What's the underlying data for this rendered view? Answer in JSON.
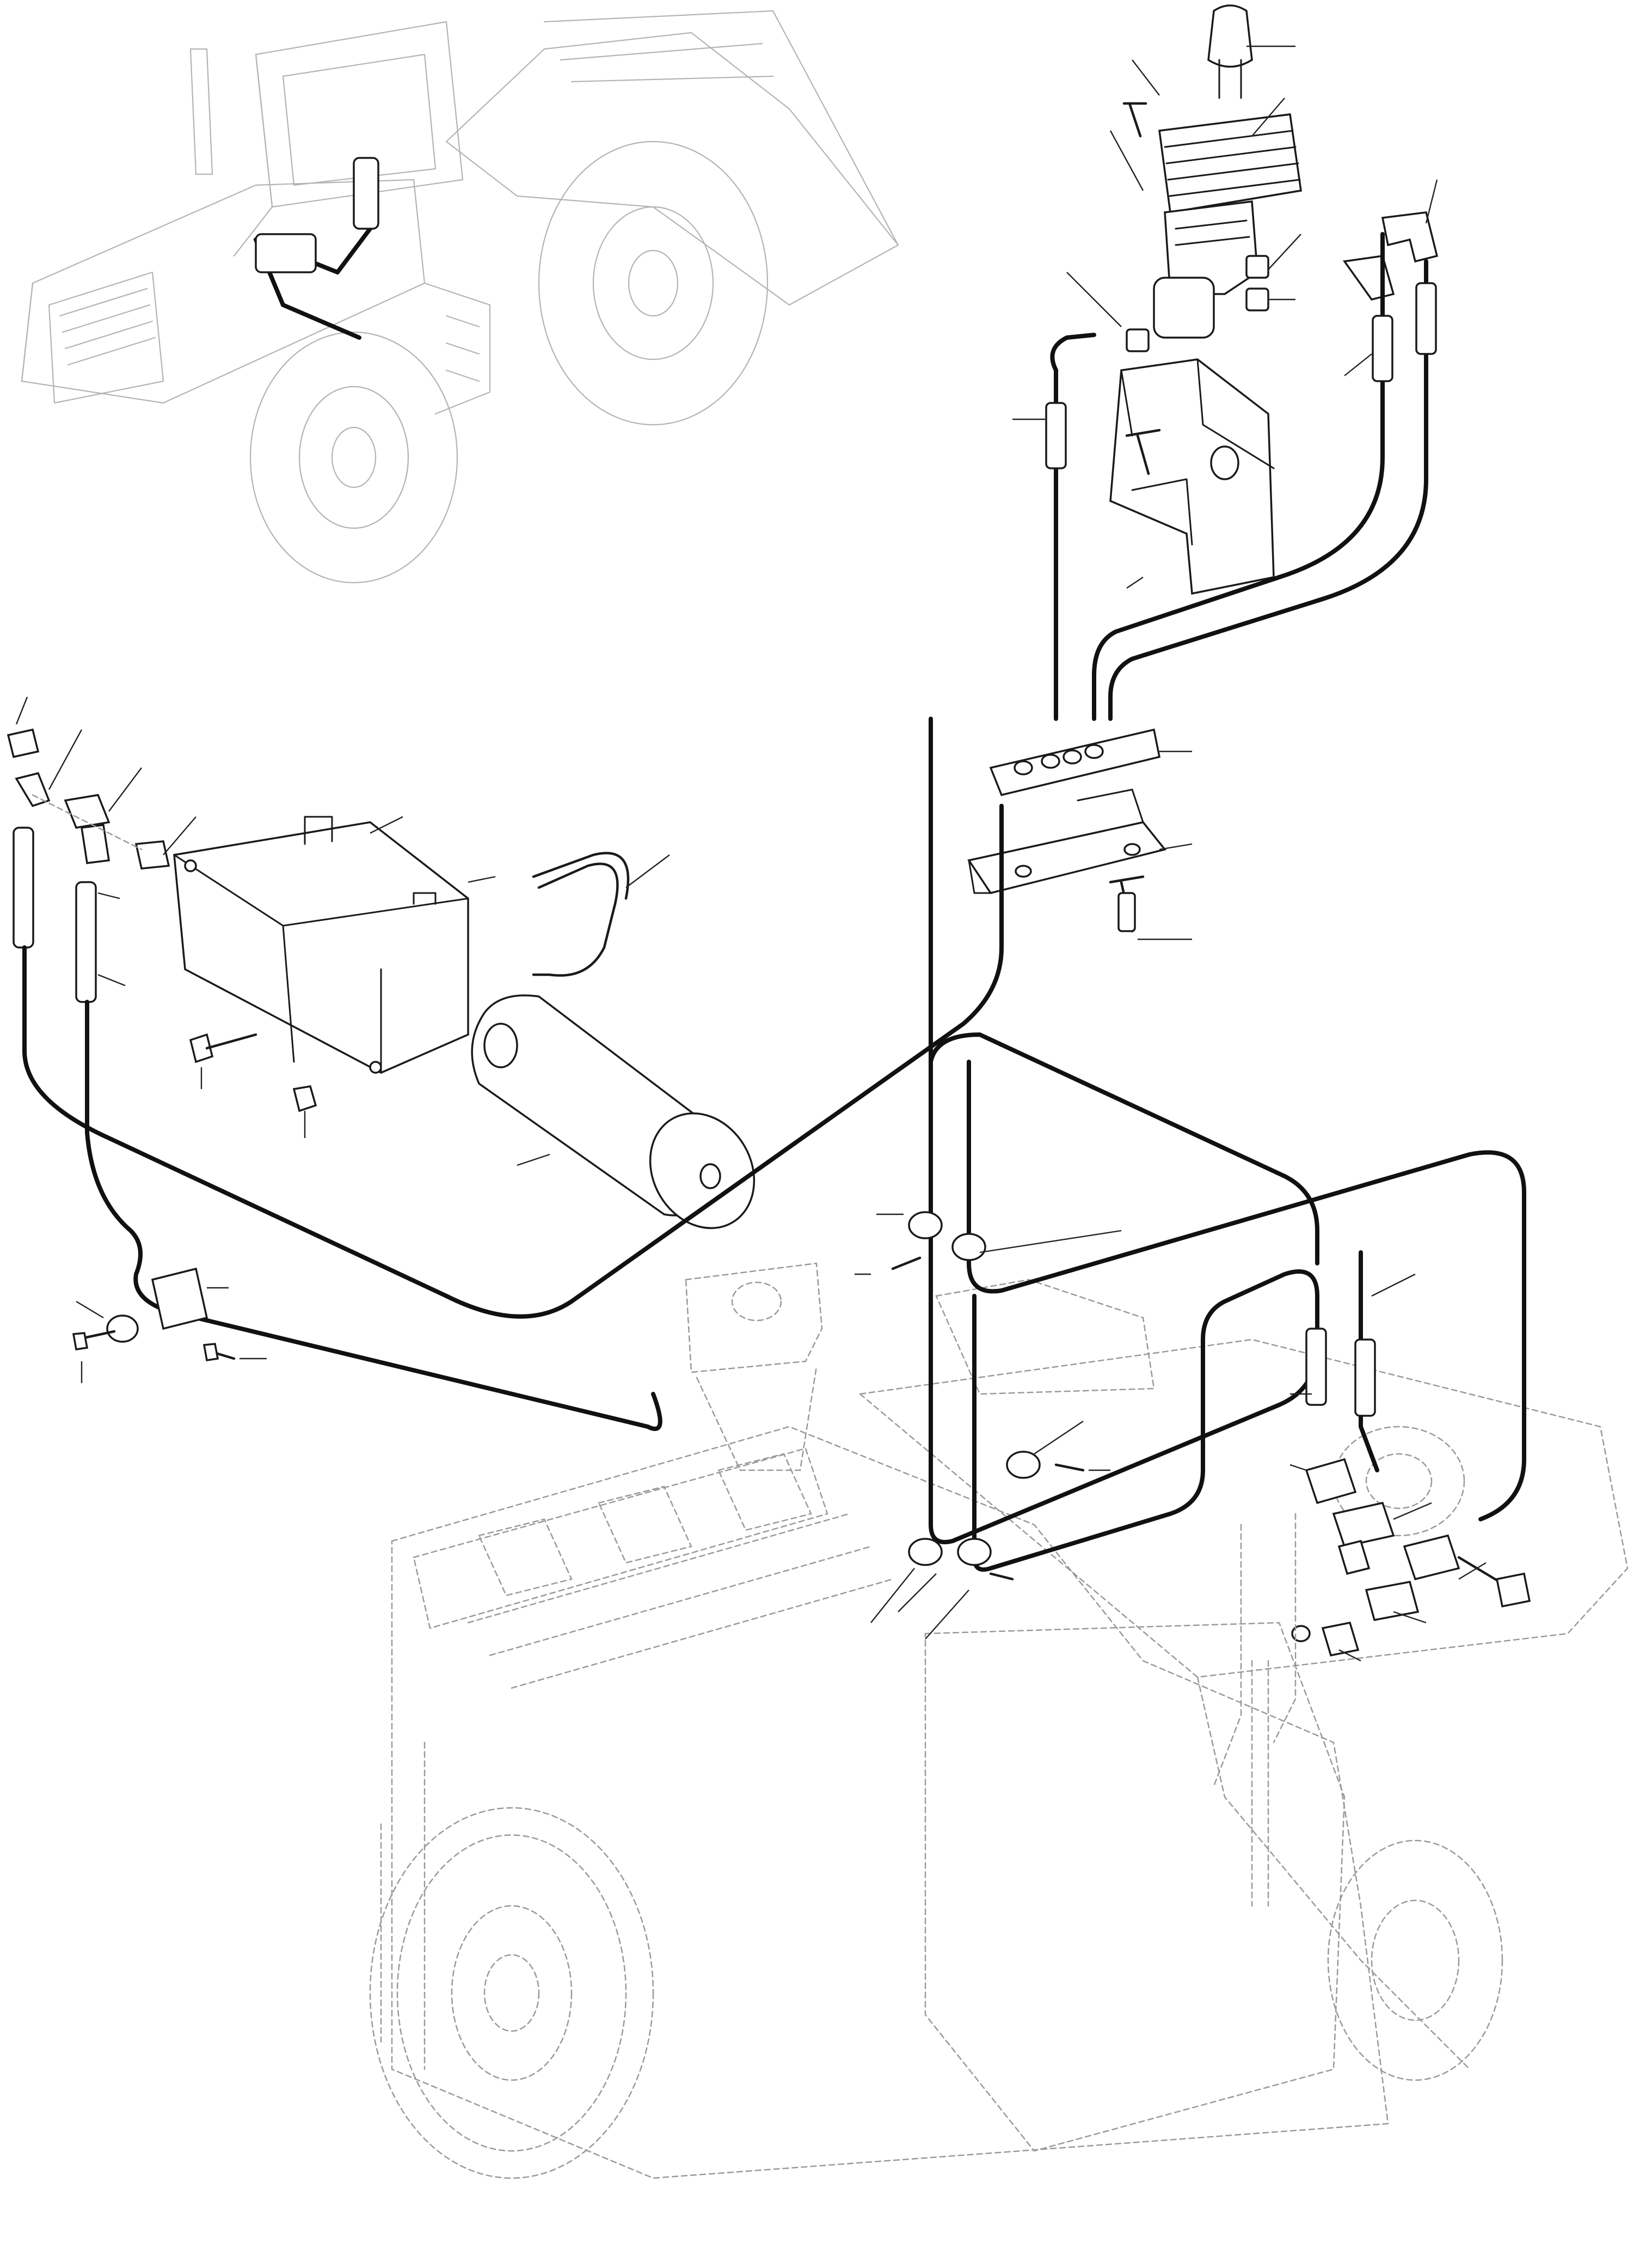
{
  "figure": {
    "kind": "exploded-parts-illustration",
    "has_text_labels": false,
    "colors": {
      "line": "#1a1a1a",
      "hose": "#111111",
      "ghost_outline": "#9a9a9a",
      "background": "#ffffff"
    }
  },
  "views": [
    {
      "id": "machine-locator",
      "subject": "wheel-loader"
    },
    {
      "id": "control-lever",
      "subject": "joystick-control-lever"
    },
    {
      "id": "accumulator",
      "subject": "accumulator-and-bracket"
    },
    {
      "id": "transmission",
      "subject": "transmission-housing"
    }
  ]
}
